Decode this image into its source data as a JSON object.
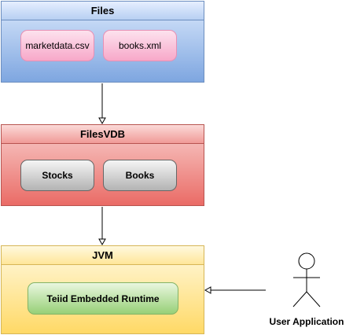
{
  "files": {
    "title": "Files",
    "items": [
      "marketdata.csv",
      "books.xml"
    ]
  },
  "filesvdb": {
    "title": "FilesVDB",
    "items": [
      "Stocks",
      "Books"
    ]
  },
  "jvm": {
    "title": "JVM",
    "runtime": "Teiid Embedded Runtime"
  },
  "actor": {
    "label": "User Application"
  },
  "colors": {
    "files_fill": "#dae8fc",
    "files_stroke": "#6c8ebf",
    "filesvdb_fill": "#f8cecc",
    "filesvdb_stroke": "#b85450",
    "jvm_fill": "#fff2cc",
    "jvm_stroke": "#d6b656",
    "pink_node": "#f7a8c9",
    "grey_node": "#b3b3b3",
    "green_node": "#97d077"
  }
}
